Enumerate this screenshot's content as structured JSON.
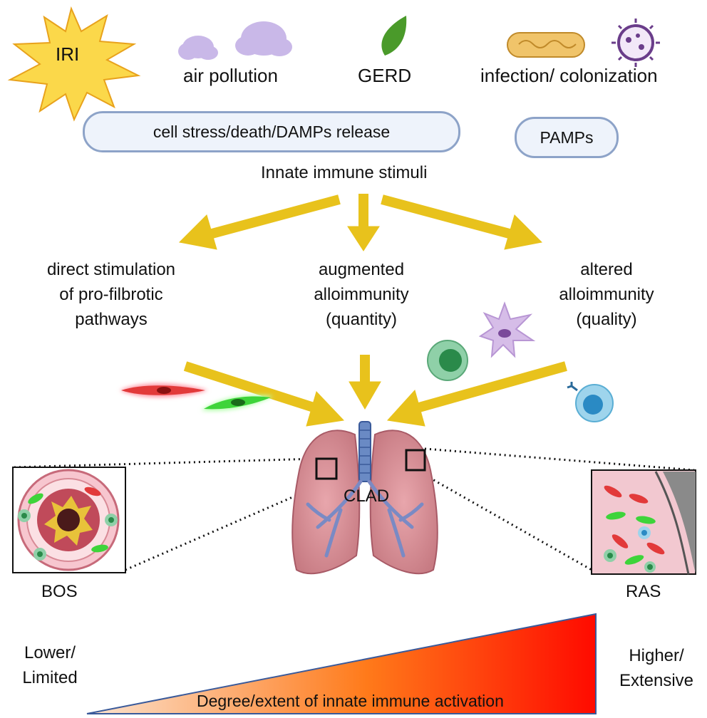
{
  "stimuli": {
    "iri": "IRI",
    "air_pollution": "air pollution",
    "gerd": "GERD",
    "infection": "infection/ colonization"
  },
  "boxes": {
    "damps": "cell stress/death/DAMPs release",
    "pamps": "PAMPs"
  },
  "innate_label": "Innate immune stimuli",
  "pathways": {
    "left": [
      "direct stimulation",
      "of pro-filbrotic",
      "pathways"
    ],
    "center": [
      "augmented",
      "alloimmunity",
      "(quantity)"
    ],
    "right": [
      "altered",
      "alloimmunity",
      "(quality)"
    ]
  },
  "clad": "CLAD",
  "phenotypes": {
    "bos": "BOS",
    "ras": "RAS"
  },
  "gradient": {
    "low": [
      "Lower/",
      "Limited"
    ],
    "high": [
      "Higher/",
      "Extensive"
    ],
    "label": "Degree/extent of innate immune activation"
  },
  "colors": {
    "arrow": "#e8c21c",
    "pill_border": "#8da3c8",
    "pill_fill": "#eef3fb",
    "gradient_start": "#fbe3d0",
    "gradient_end": "#ff0a00"
  }
}
